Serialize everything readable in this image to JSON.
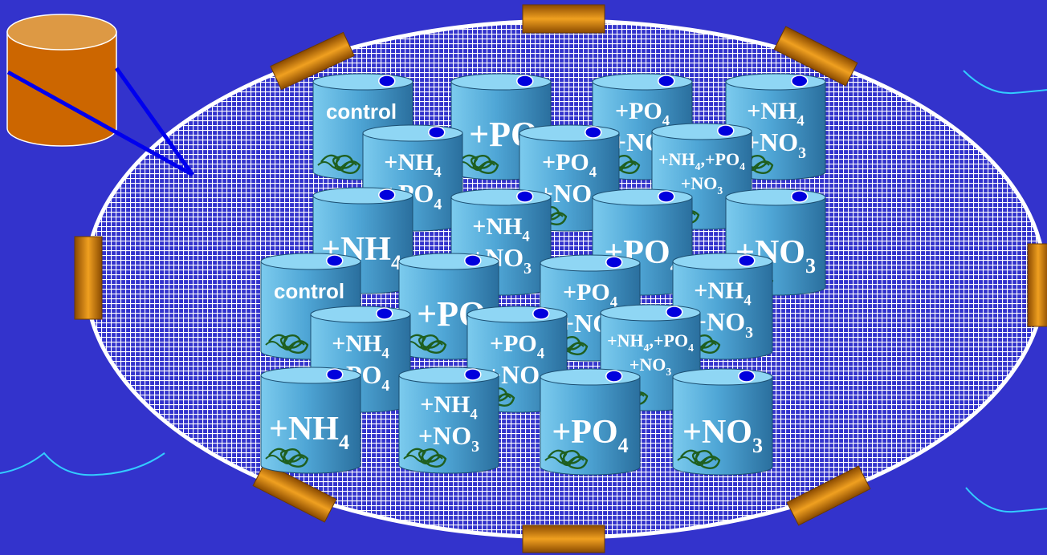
{
  "colors": {
    "background": "#3333CC",
    "mesh": "#ffffff",
    "enclosure_outline": "#ffffff",
    "float": "#CC7700",
    "tank_body": "#55A8D8",
    "tank_top": "#8FD6F4",
    "tank_marker": "#0000DD",
    "seaweed": "#1F5F1F",
    "ref_tank": "#CC6600",
    "ref_tank_top": "#DD9944",
    "leader_line": "#0000EE",
    "wave": "#33CCFF"
  },
  "labels": {
    "control": "control",
    "nh4": "+NH",
    "po4": "+PO",
    "no3": "+NO",
    "mix_a": "+NH",
    "mix_b": ",+PO",
    "mix_c": "+NO",
    "sub4": "4",
    "sub3": "3"
  },
  "tanks": [
    {
      "kind": "control"
    },
    {
      "kind": "po4_big"
    },
    {
      "kind": "po4_no3"
    },
    {
      "kind": "nh4_no3"
    },
    {
      "kind": "nh4_po4"
    },
    {
      "kind": "po4_no3"
    },
    {
      "kind": "mix"
    },
    {
      "kind": "nh4"
    },
    {
      "kind": "nh4_no3"
    },
    {
      "kind": "po4"
    },
    {
      "kind": "no3"
    },
    {
      "kind": "control"
    },
    {
      "kind": "po4_big"
    },
    {
      "kind": "po4_no3"
    },
    {
      "kind": "nh4_no3"
    },
    {
      "kind": "nh4_po4"
    },
    {
      "kind": "po4_no3"
    },
    {
      "kind": "mix"
    },
    {
      "kind": "nh4"
    },
    {
      "kind": "nh4_no3"
    },
    {
      "kind": "po4"
    },
    {
      "kind": "no3"
    }
  ],
  "icons": {
    "reference_tank": "cylinder-icon",
    "seaweed": "seaweed-icon",
    "float": "float-buoy-icon",
    "wave": "wave-icon"
  }
}
